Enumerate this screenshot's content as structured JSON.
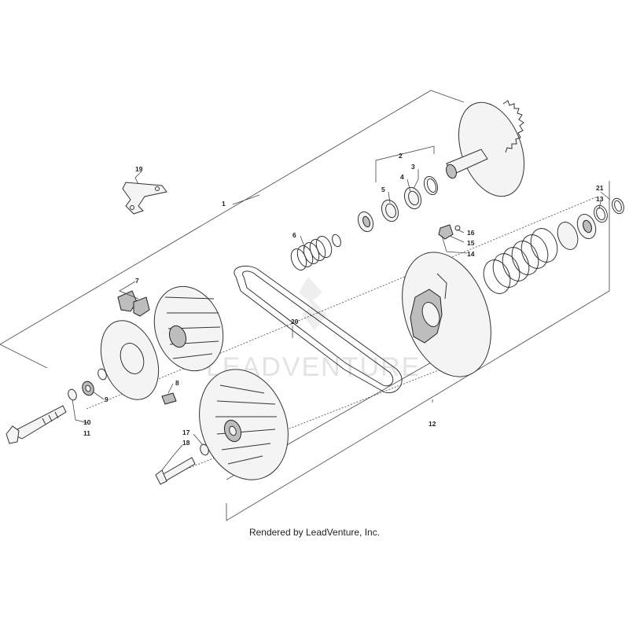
{
  "watermark": "LEADVENTURE",
  "footer": "Rendered by LeadVenture, Inc.",
  "callouts": {
    "c1": "1",
    "c2": "2",
    "c3": "3",
    "c4": "4",
    "c5": "5",
    "c6": "6",
    "c7": "7",
    "c8": "8",
    "c9": "9",
    "c10": "10",
    "c11": "11",
    "c12": "12",
    "c13": "13",
    "c14": "14",
    "c15": "15",
    "c16": "16",
    "c17": "17",
    "c18": "18",
    "c19": "19",
    "c20": "20",
    "c21": "21"
  }
}
